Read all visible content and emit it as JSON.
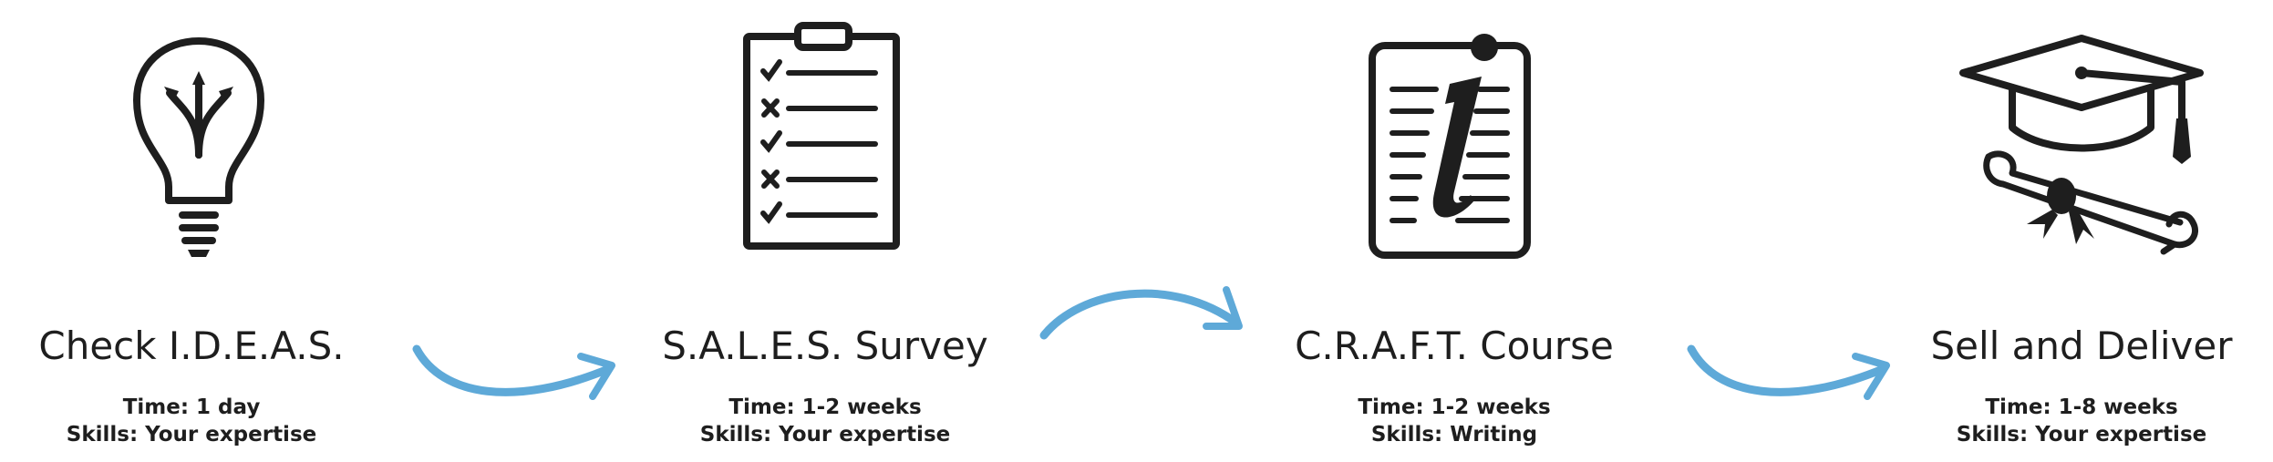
{
  "accent_color": "#5ea9d8",
  "icon_color": "#1e1e1e",
  "steps": [
    {
      "title": "Check I.D.E.A.S.",
      "time": "Time: 1 day",
      "skills": "Skills: Your expertise",
      "icon": "lightbulb-icon"
    },
    {
      "title": "S.A.L.E.S. Survey",
      "time": "Time: 1-2 weeks",
      "skills": "Skills: Your expertise",
      "icon": "clipboard-checklist-icon"
    },
    {
      "title": "C.R.A.F.T. Course",
      "time": "Time: 1-2 weeks",
      "skills": "Skills: Writing",
      "icon": "info-document-icon"
    },
    {
      "title": "Sell and Deliver",
      "time": "Time: 1-8 weeks",
      "skills": "Skills: Your expertise",
      "icon": "graduation-cap-diploma-icon"
    }
  ]
}
